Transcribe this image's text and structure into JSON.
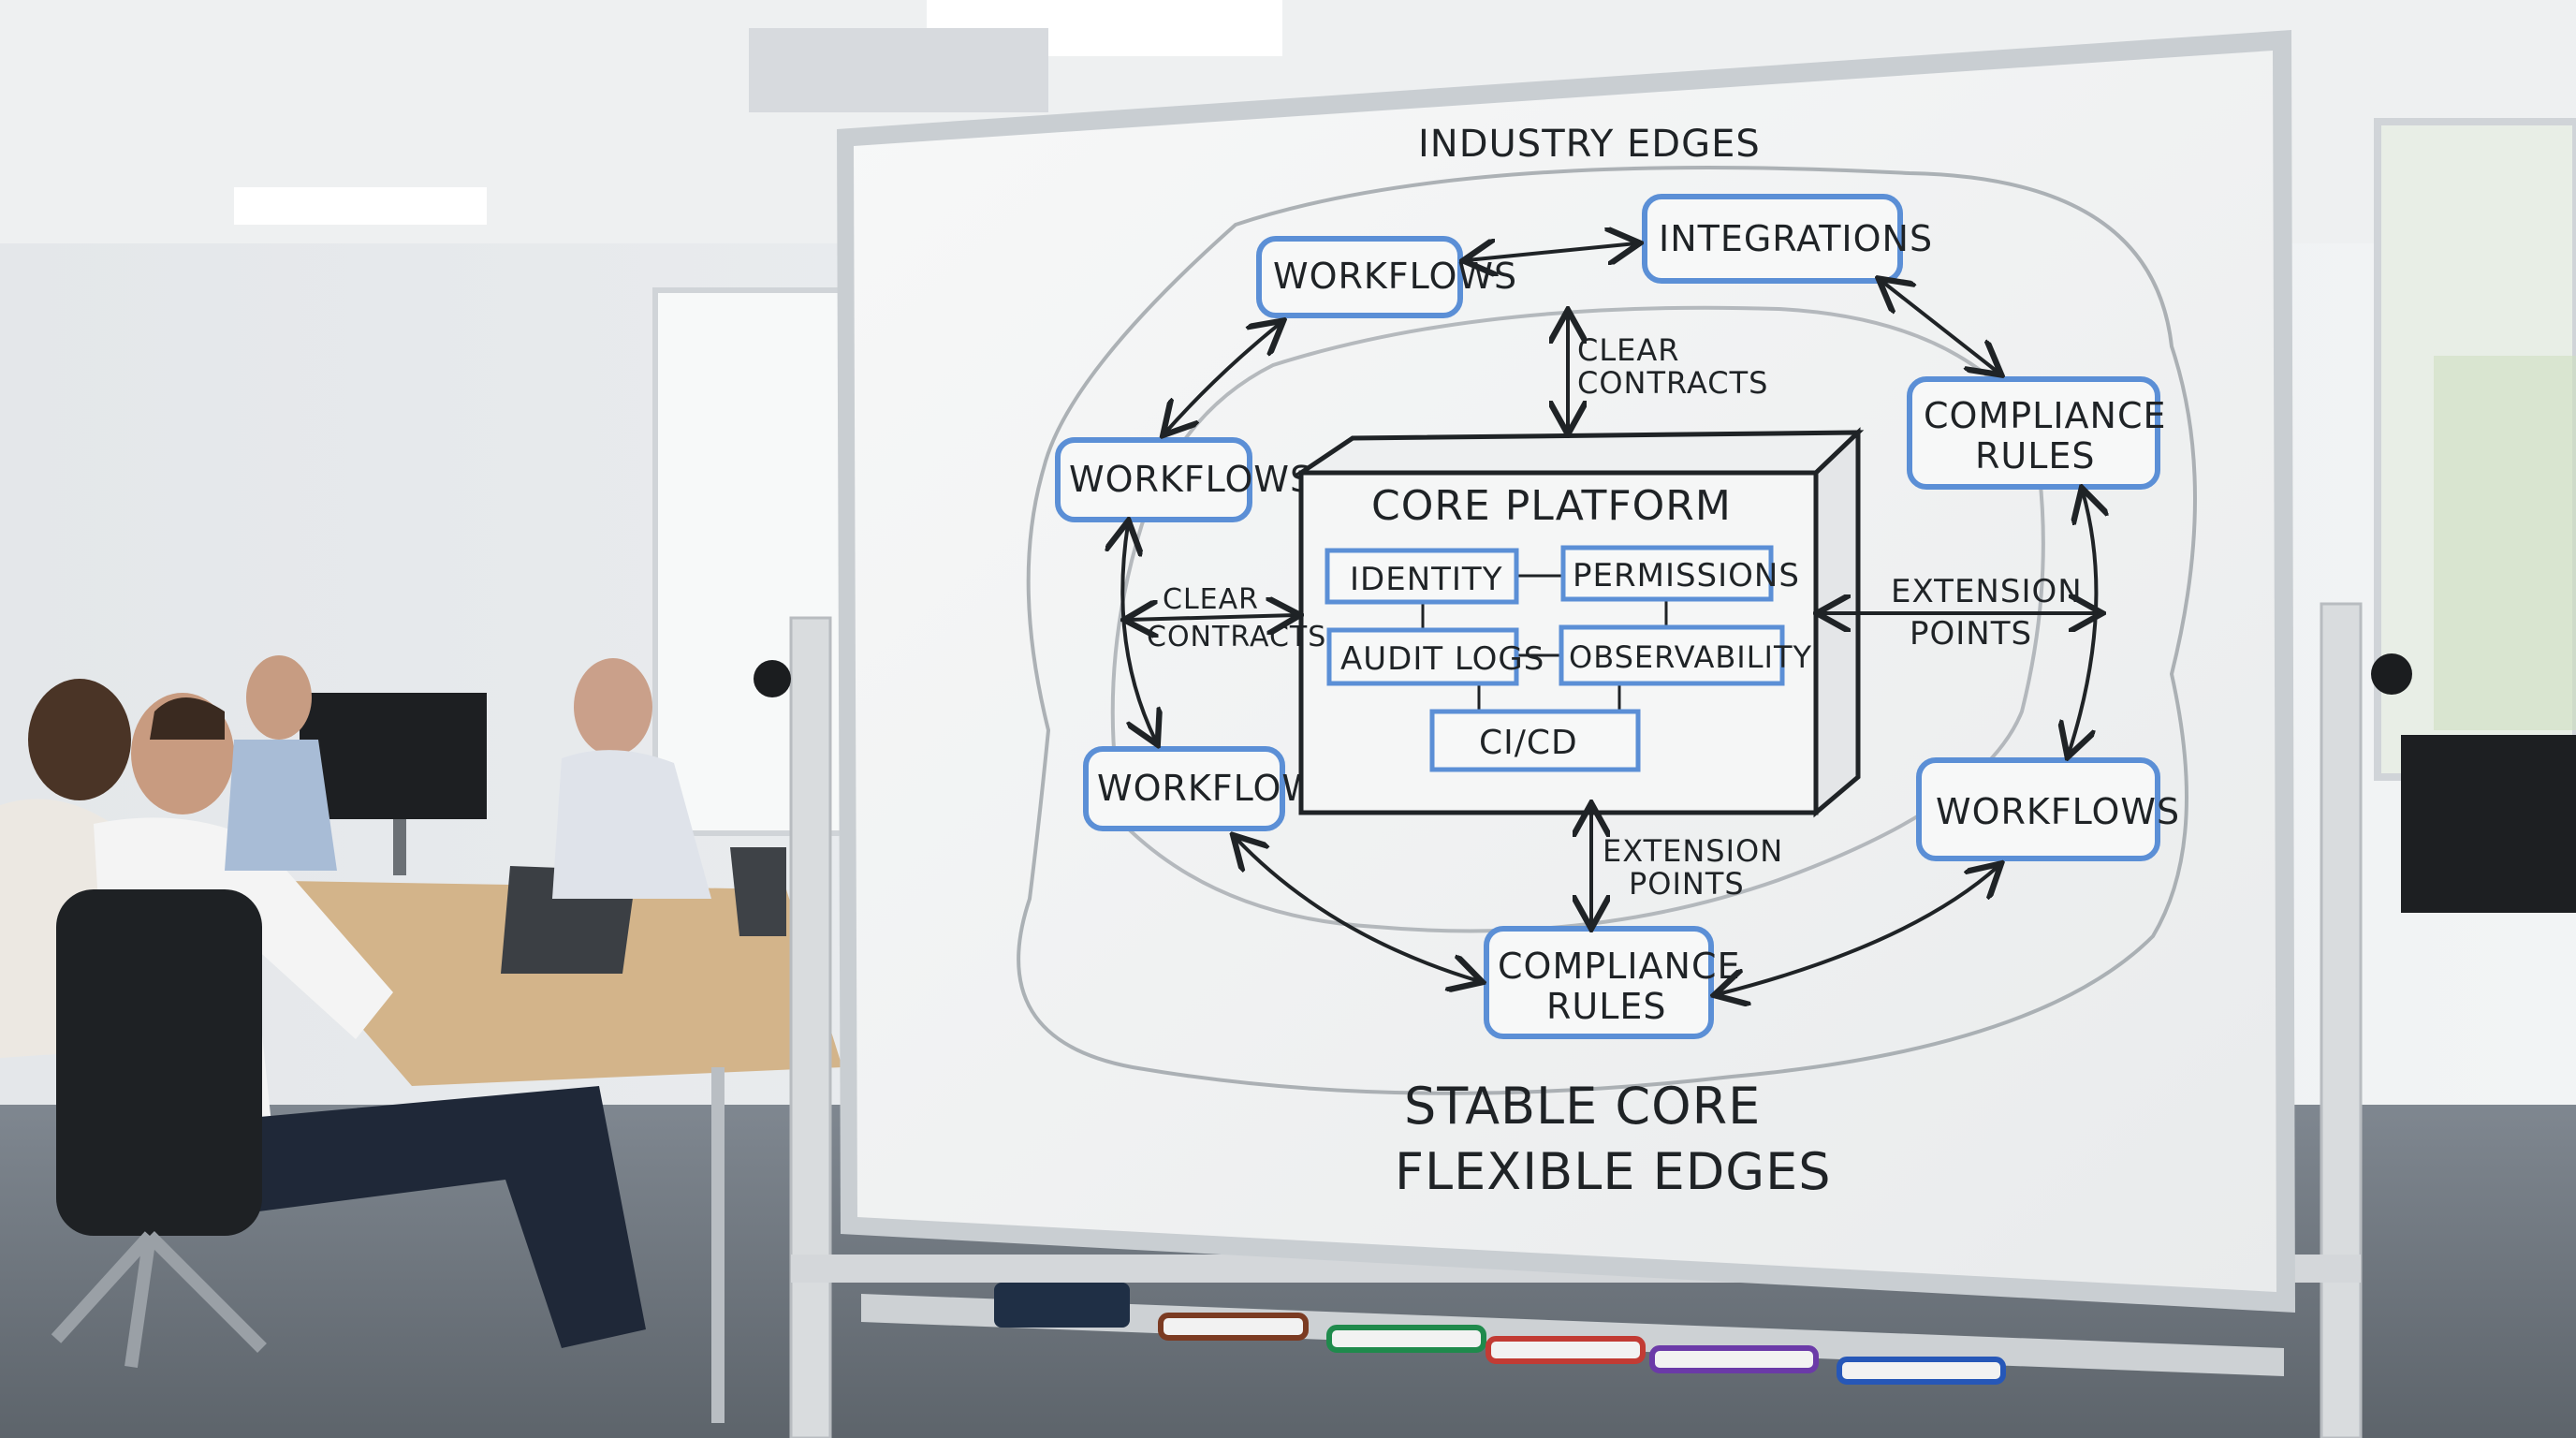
{
  "board": {
    "top_title": "INDUSTRY EDGES",
    "bottom_line1": "STABLE CORE",
    "bottom_line2": "FLEXIBLE EDGES"
  },
  "core": {
    "title": "CORE PLATFORM",
    "identity": "IDENTITY",
    "permissions": "PERMISSIONS",
    "audit_logs": "AUDIT LOGS",
    "observability": "OBSERVABILITY",
    "cicd": "CI/CD"
  },
  "edges": {
    "workflows_top": "WORKFLOWS",
    "integrations": "INTEGRATIONS",
    "compliance_right_1": "COMPLIANCE",
    "compliance_right_2": "RULES",
    "workflows_left": "WORKFLOWS",
    "workflows_bottom_left": "WORKFLOWS",
    "workflows_right": "WORKFLOWS",
    "compliance_bottom_1": "COMPLIANCE",
    "compliance_bottom_2": "RULES"
  },
  "connectors": {
    "clear_contracts_top_1": "CLEAR",
    "clear_contracts_top_2": "CONTRACTS",
    "clear_contracts_left_1": "CLEAR",
    "clear_contracts_left_2": "CONTRACTS",
    "extension_points_right_1": "EXTENSION",
    "extension_points_right_2": "POINTS",
    "extension_points_bottom_1": "EXTENSION",
    "extension_points_bottom_2": "POINTS"
  },
  "colors": {
    "box_outline": "#5b8fd6",
    "ink": "#1f2326",
    "board": "#f3f4f4",
    "frame": "#c9ced2"
  }
}
